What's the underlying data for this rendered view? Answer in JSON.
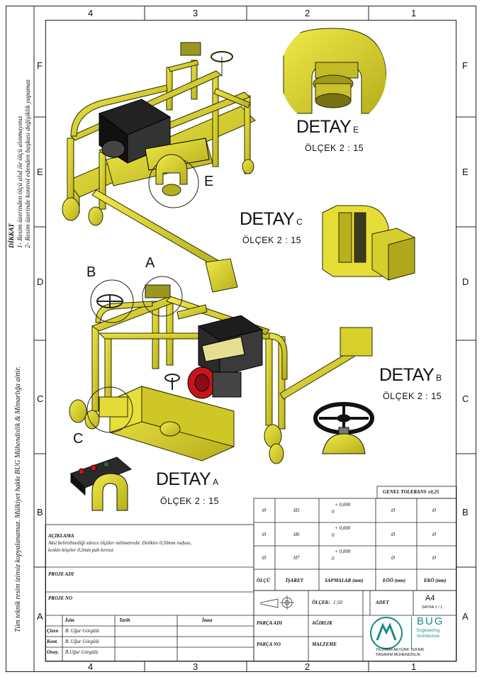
{
  "zones": {
    "top": [
      "4",
      "3",
      "2",
      "1"
    ],
    "bottom": [
      "4",
      "3",
      "2",
      "1"
    ],
    "left": [
      "F",
      "E",
      "D",
      "C",
      "B",
      "A"
    ],
    "right": [
      "F",
      "E",
      "D",
      "C",
      "B",
      "A"
    ]
  },
  "notes": {
    "dikkat_title": "DİKKAT",
    "dikkat_1": "1- Resim üzerinden ölçü alıd ile ölçü alınmayınız",
    "dikkat_2": "2- Resim üzerinde kontrol edenden başkası değişiklik yapamaz",
    "copyright": "Tüm teknik resim izinsiz kopyalanamaz. Mülkiyet hakkı BUG Mühendislik & Mimarlığa aittir."
  },
  "details": {
    "e": {
      "title": "DETAY",
      "letter": "E",
      "scale": "ÖLÇEK 2 : 15"
    },
    "c": {
      "title": "DETAY",
      "letter": "C",
      "scale": "ÖLÇEK 2 : 15"
    },
    "b": {
      "title": "DETAY",
      "letter": "B",
      "scale": "ÖLÇEK 2 : 15"
    },
    "a": {
      "title": "DETAY",
      "letter": "A",
      "scale": "ÖLÇEK 2 : 15"
    }
  },
  "callouts": {
    "e": "E",
    "b": "B",
    "a": "A",
    "c": "C"
  },
  "title_block": {
    "genel_tolerans": "GENEL TOLERANS ±0,25",
    "tolerance_rows": [
      {
        "olcu": "Ø",
        "isaret": "H5",
        "sapma_plus": "+ 0,000",
        "sapma_minus": "0",
        "eo": "Ø",
        "ea": "Ø"
      },
      {
        "olcu": "Ø",
        "isaret": "H6",
        "sapma_plus": "+ 0,000",
        "sapma_minus": "0",
        "eo": "Ø",
        "ea": "Ø"
      },
      {
        "olcu": "Ø",
        "isaret": "H7",
        "sapma_plus": "+ 0,000",
        "sapma_minus": "0",
        "eo": "Ø",
        "ea": "Ø"
      }
    ],
    "col_headers": {
      "olcu": "ÖLÇÜ",
      "isaret": "İŞARET",
      "sapmalar": "SAPMALAR (mm)",
      "eo": "EÖÖ (mm)",
      "ea": "EKÖ (mm)"
    },
    "aciklama_title": "AÇIKLAMA",
    "aciklama_text1": "Aksi belirtilmediği sürece ölçüler milimetredir. Delikler 0,50mm radyus,",
    "aciklama_text2": "keskin köşeler 0,5mm pah kırınız",
    "proje_adi": "PROJE ADI",
    "proje_no": "PROJE NO",
    "olcek_label": "ÖLÇEK:",
    "olcek_value": "1:50",
    "adet": "ADET",
    "paper": "A4",
    "sayfa": "SAYFA 1 / 1",
    "parca_adi": "PARÇA ADI",
    "agirlik": "AĞIRLIK",
    "parca_no": "PARÇA NO",
    "malzeme": "MALZEME",
    "isim_header": "İsim",
    "tarih_header": "Tarih",
    "imza_header": "İmza",
    "roles": [
      {
        "role": "Çizen",
        "name": "B. Uğur Görgülü"
      },
      {
        "role": "Kont.",
        "name": "B. Uğur Görgülü"
      },
      {
        "role": "Onay.",
        "name": "B.Uğur Görgülü"
      }
    ],
    "logo_text": "BUG",
    "logo_sub1": "Engineering",
    "logo_sub2": "Architecture",
    "company1": "YILDIRIM AKTÜRK TEKNİK",
    "company2": "TASARIM MÜHENDİSLİK"
  },
  "colors": {
    "machine": "#d9d32a",
    "machine_dark": "#8f8b13",
    "engine": "#1a1a1a",
    "red": "#c8141e",
    "line": "#222222"
  }
}
